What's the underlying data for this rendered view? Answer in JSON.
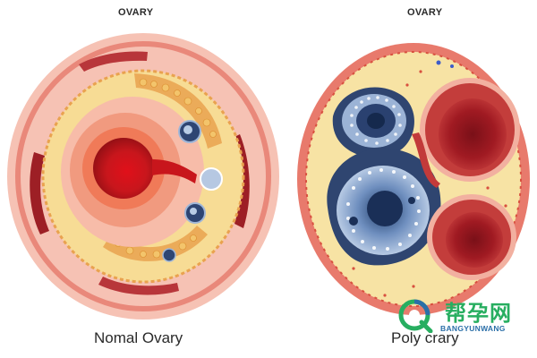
{
  "left_panel": {
    "title": "OVARY",
    "caption": "Nomal Ovary"
  },
  "right_panel": {
    "title": "OVARY",
    "caption": "Poly crary"
  },
  "watermark": {
    "brand": "帮孕网",
    "subtitle": "BANGYUNWANG"
  },
  "colors": {
    "outer_ring": "#e87a6c",
    "pink_tissue": "#f6c3b5",
    "yellow_stroma": "#f7dc95",
    "follicle_red": "#c0151c",
    "cyst_navy": "#2f4570",
    "cyst_light": "#b8cce6",
    "watermark_green": "#27ae60",
    "watermark_blue": "#2b6fa8"
  }
}
